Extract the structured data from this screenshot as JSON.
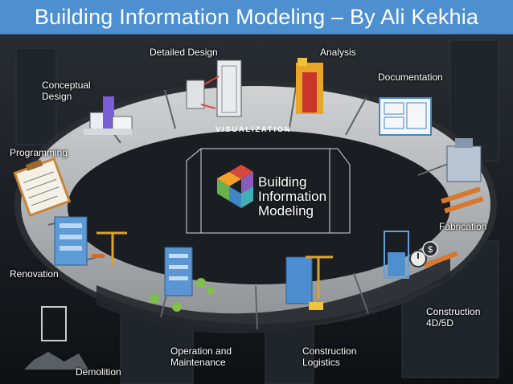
{
  "title": "Building Information Modeling – By Ali Kekhia",
  "center_label": [
    "Building",
    "Information",
    "Modeling"
  ],
  "ring_label": "VISUALIZATION",
  "stages": {
    "detailed_design": "Detailed Design",
    "analysis": "Analysis",
    "conceptual_design": [
      "Conceptual",
      "Design"
    ],
    "documentation": "Documentation",
    "programming": "Programming",
    "fabrication": "Fabrication",
    "renovation": "Renovation",
    "construction_4d5d": [
      "Construction",
      "4D/5D"
    ],
    "operation_maintenance": [
      "Operation and",
      "Maintenance"
    ],
    "construction_logistics": [
      "Construction",
      "Logistics"
    ],
    "demolition": "Demolition"
  },
  "colors": {
    "title_bar": "#4e8fd0",
    "ring": "#b9bcbf",
    "ring_dark": "#2a2d31",
    "background": "#151a1f",
    "logo_red": "#d8463c",
    "logo_orange": "#f2a02c",
    "logo_green": "#6ab04c",
    "logo_blue": "#3f86c8",
    "logo_purple": "#8a5bb8"
  },
  "icons": [
    "building-icon",
    "blueprint-icon",
    "clipboard-icon",
    "crane-icon",
    "stopwatch-icon",
    "dollar-icon",
    "bim-logo-icon"
  ]
}
